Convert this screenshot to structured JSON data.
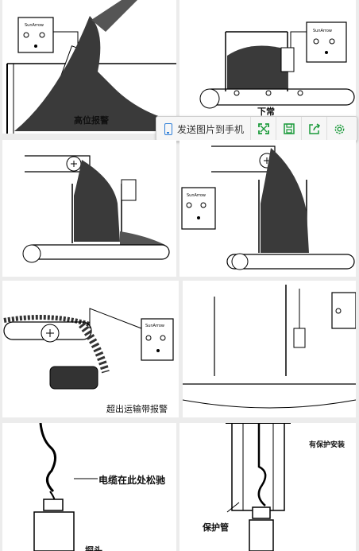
{
  "captions": {
    "high_alarm": "高位报警",
    "top_right_partial": "下常",
    "over_belt_alarm": "超出运输带报警",
    "cable_slack": "电缆在此处松驰",
    "protected_install": "有保护安装",
    "protection_tube": "保护管",
    "bottom_left_partial": "探头"
  },
  "device": {
    "brand": "SunArrow"
  },
  "toolbar": {
    "send_label": "发送图片到手机",
    "icons": [
      "phone-icon",
      "fullscreen-icon",
      "save-icon",
      "share-icon",
      "settings-icon"
    ],
    "accent_color": "#2f7fd8",
    "icon_color": "#1a9a3a"
  }
}
